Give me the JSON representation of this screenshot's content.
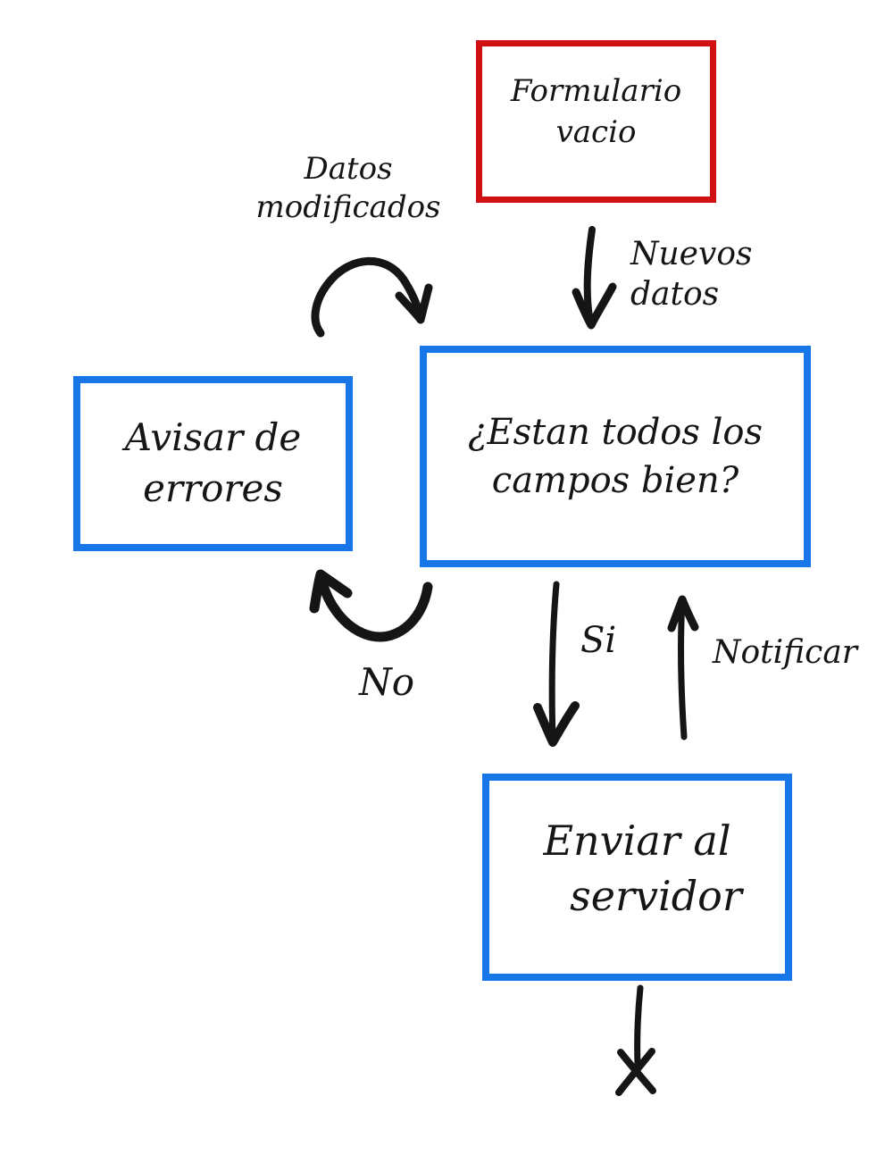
{
  "colors": {
    "box_red": "#cf1113",
    "box_blue": "#1777e8",
    "ink": "#151515",
    "background": "#ffffff"
  },
  "nodes": {
    "formulario_vacio": {
      "line1": "Formulario",
      "line2": "vacio"
    },
    "campos_bien": {
      "line1": "¿Estan todos los",
      "line2": "campos bien?"
    },
    "avisar_errores": {
      "line1": "Avisar de",
      "line2": "errores"
    },
    "enviar_servidor": {
      "line1": "Enviar al",
      "line2": "servidor"
    }
  },
  "edge_labels": {
    "datos_modificados": {
      "line1": "Datos",
      "line2": "modificados"
    },
    "nuevos_datos": {
      "line1": "Nuevos",
      "line2": "datos"
    },
    "no": "No",
    "si": "Si",
    "notificar": "Notificar"
  }
}
